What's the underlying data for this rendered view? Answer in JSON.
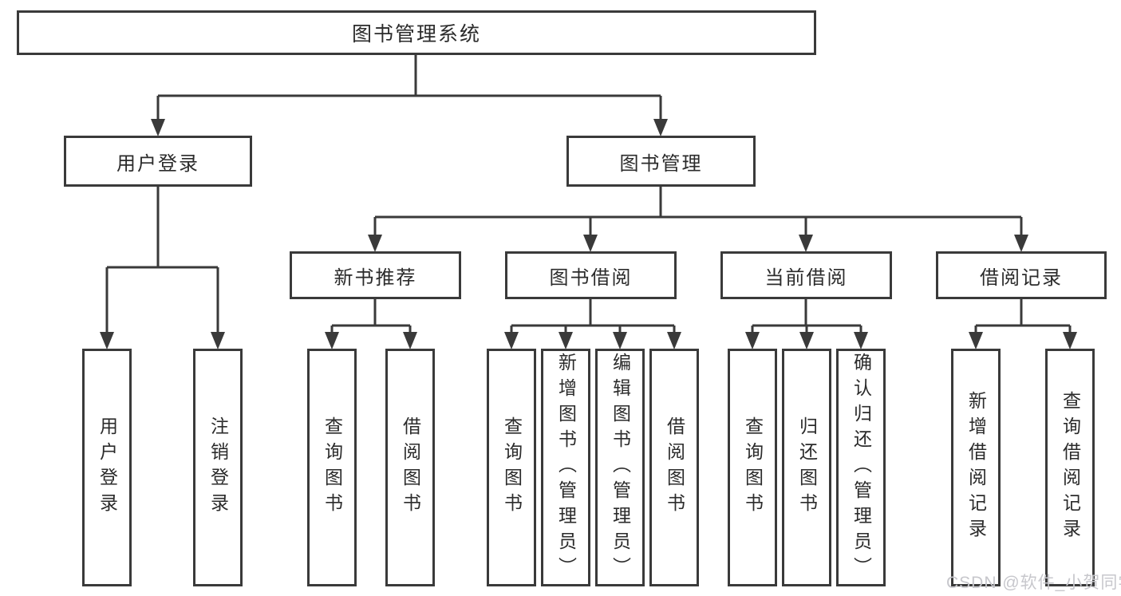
{
  "tree": {
    "label": "图书管理系统",
    "children": [
      {
        "label": "用户登录",
        "children": [
          {
            "label": "用户登录"
          },
          {
            "label": "注销登录"
          }
        ]
      },
      {
        "label": "图书管理",
        "children": [
          {
            "label": "新书推荐",
            "children": [
              {
                "label": "查询图书"
              },
              {
                "label": "借阅图书"
              }
            ]
          },
          {
            "label": "图书借阅",
            "children": [
              {
                "label": "查询图书"
              },
              {
                "label": "新增图书（管理员）"
              },
              {
                "label": "编辑图书（管理员）"
              },
              {
                "label": "借阅图书"
              }
            ]
          },
          {
            "label": "当前借阅",
            "children": [
              {
                "label": "查询图书"
              },
              {
                "label": "归还图书"
              },
              {
                "label": "确认归还（管理员）"
              }
            ]
          },
          {
            "label": "借阅记录",
            "children": [
              {
                "label": "新增借阅记录"
              },
              {
                "label": "查询借阅记录"
              }
            ]
          }
        ]
      }
    ]
  },
  "watermark": "CSDN @软件_小贺同学",
  "colors": {
    "line": "#3a3a3a",
    "text": "#2b2b2b",
    "watermark": "#c7c7cc",
    "background": "#ffffff"
  }
}
